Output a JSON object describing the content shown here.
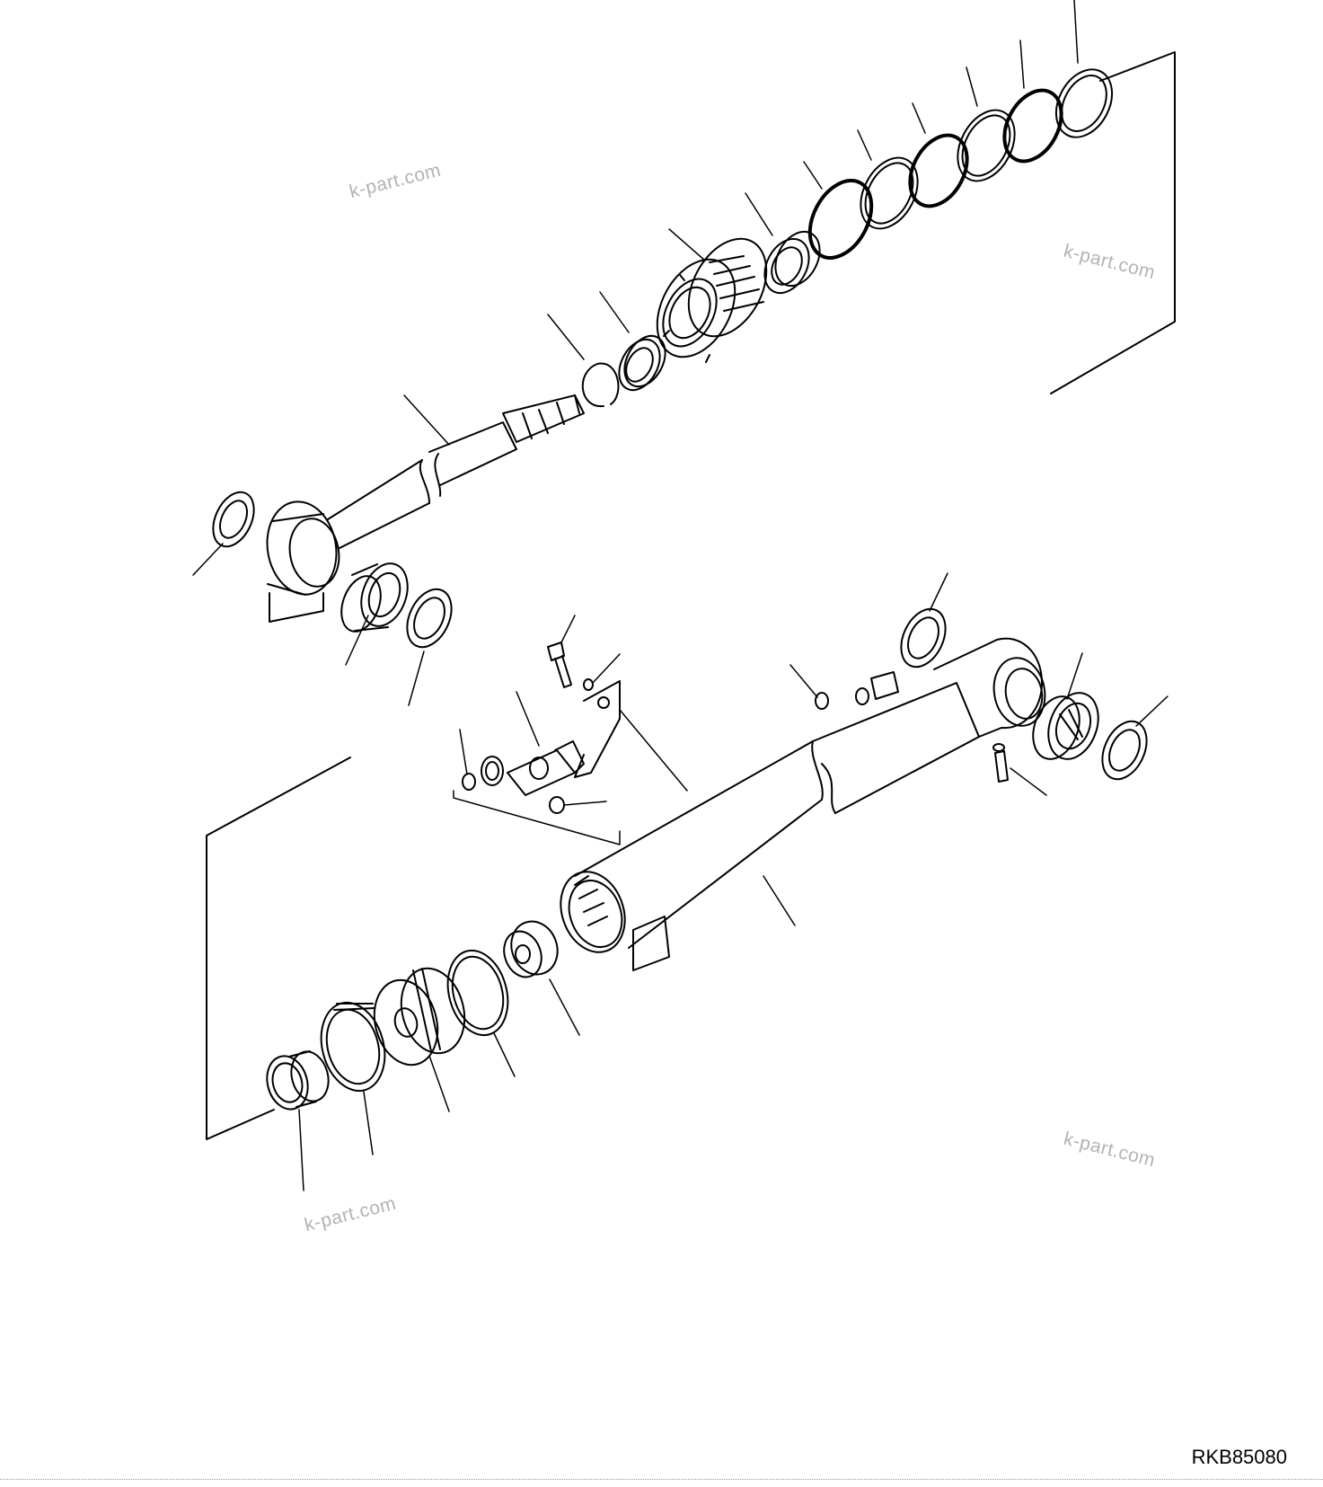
{
  "diagram": {
    "drawing_id": "RKB85080",
    "watermarks": [
      "k-part.com",
      "k-part.com",
      "k-part.com",
      "k-part.com"
    ]
  }
}
